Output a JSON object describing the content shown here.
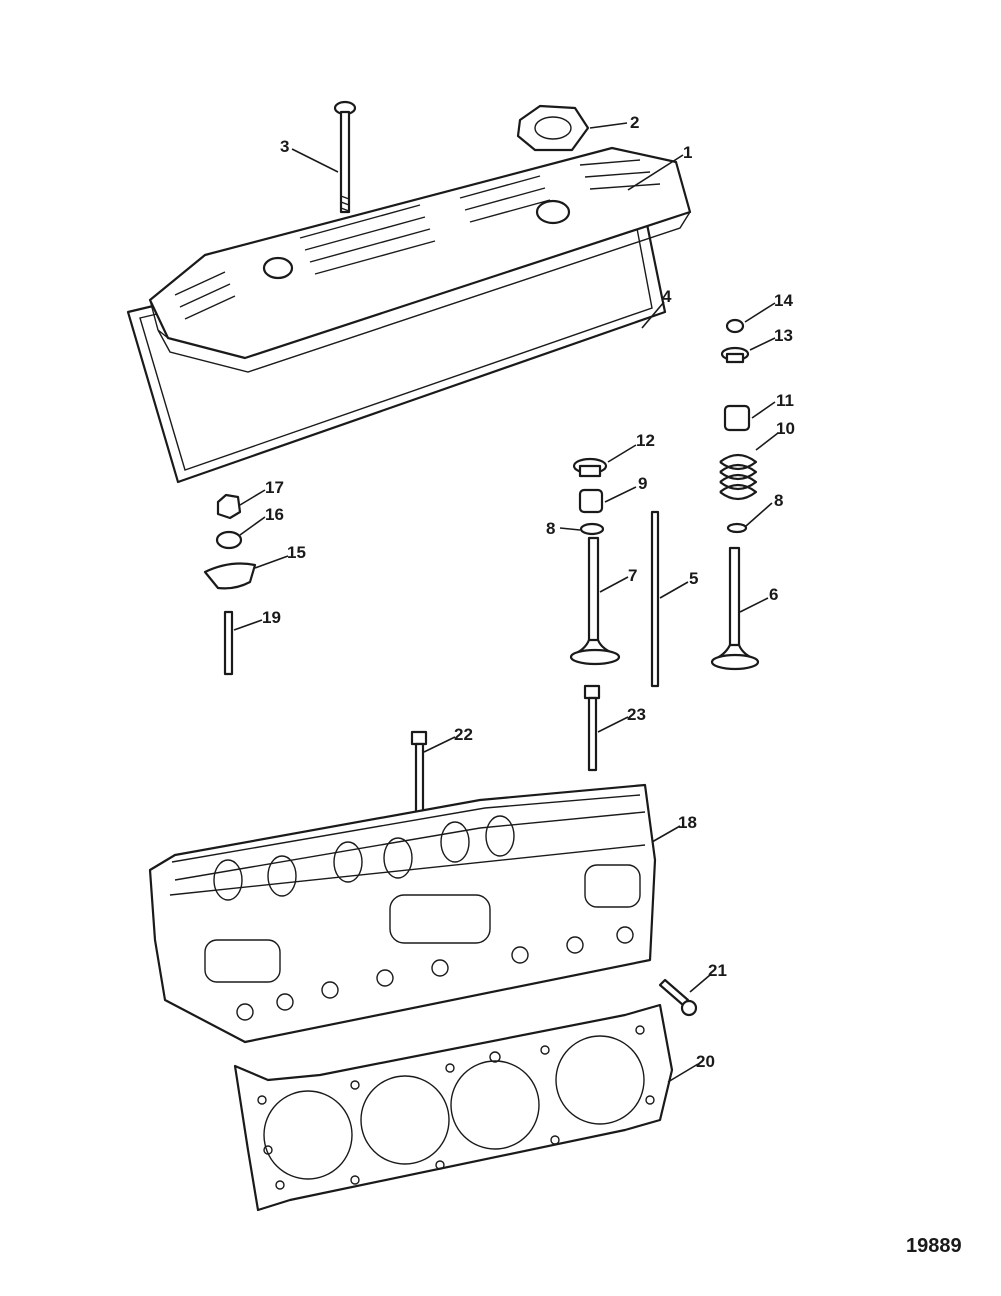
{
  "figure_number": "19889",
  "callouts": [
    "1",
    "2",
    "3",
    "4",
    "5",
    "6",
    "7",
    "8",
    "8",
    "9",
    "10",
    "11",
    "12",
    "13",
    "14",
    "15",
    "16",
    "17",
    "18",
    "19",
    "20",
    "21",
    "22",
    "23"
  ],
  "colors": {
    "ink": "#1a1a1a",
    "background": "#ffffff"
  }
}
